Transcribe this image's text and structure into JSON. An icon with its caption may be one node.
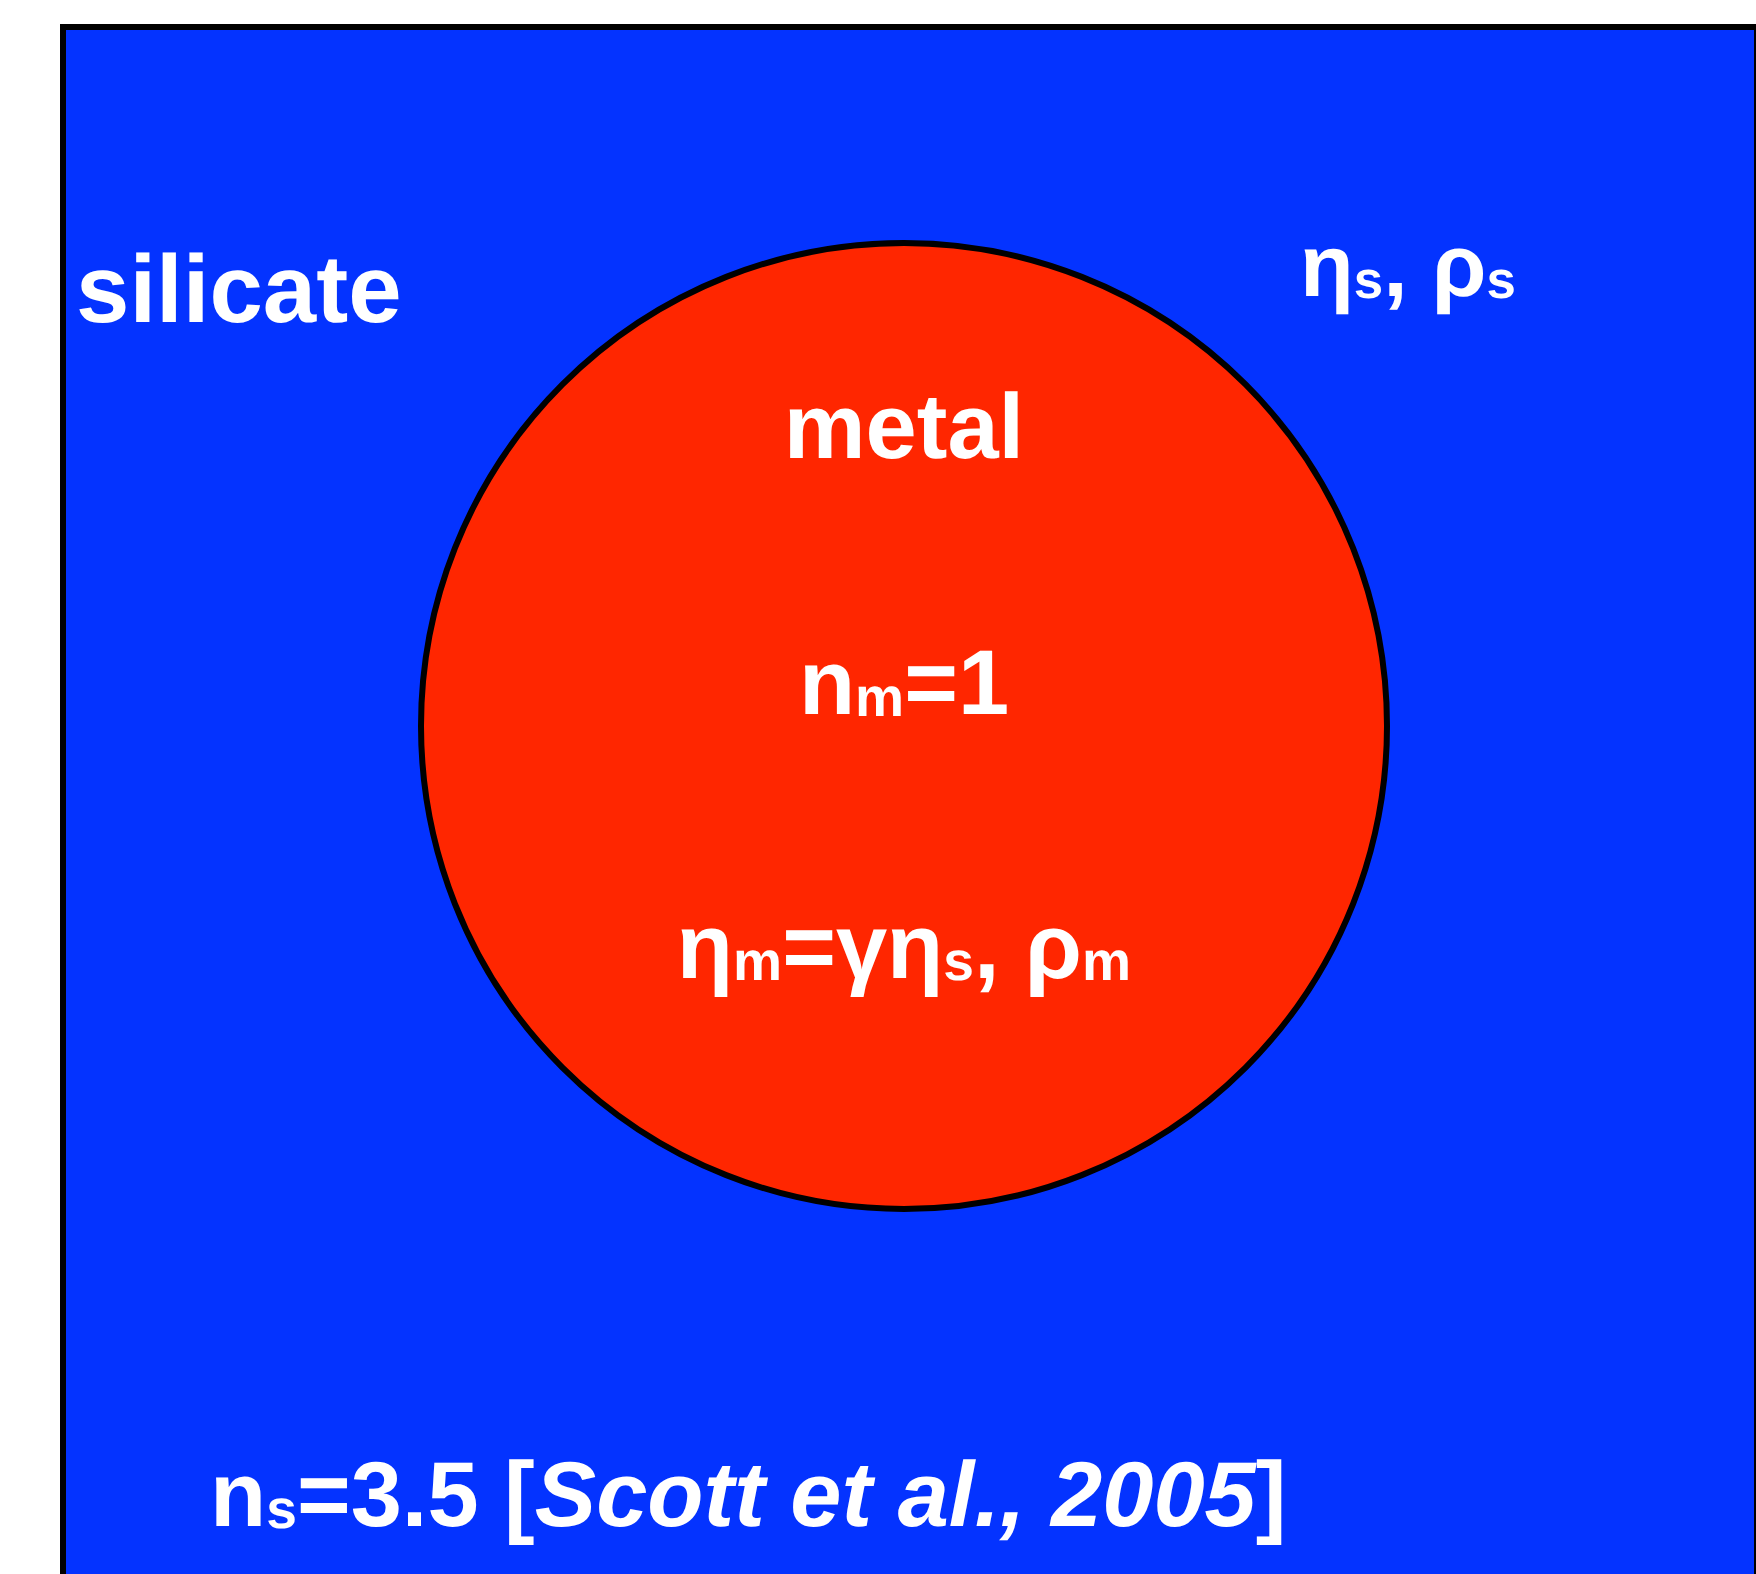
{
  "diagram": {
    "nodes": [
      {
        "text": [
          "silicate",
          "η$_{s}$, ρ$_{s}$",
          "n$_{s}$=3.5 [*Scott et al., 2005*]"
        ]
      },
      {
        "text": [
          "metal",
          "n$_{m}$=1",
          "η$_{m}$=γη$_{s}$, ρ$_{m}$"
        ],
        "in": 0
      }
    ]
  }
}
